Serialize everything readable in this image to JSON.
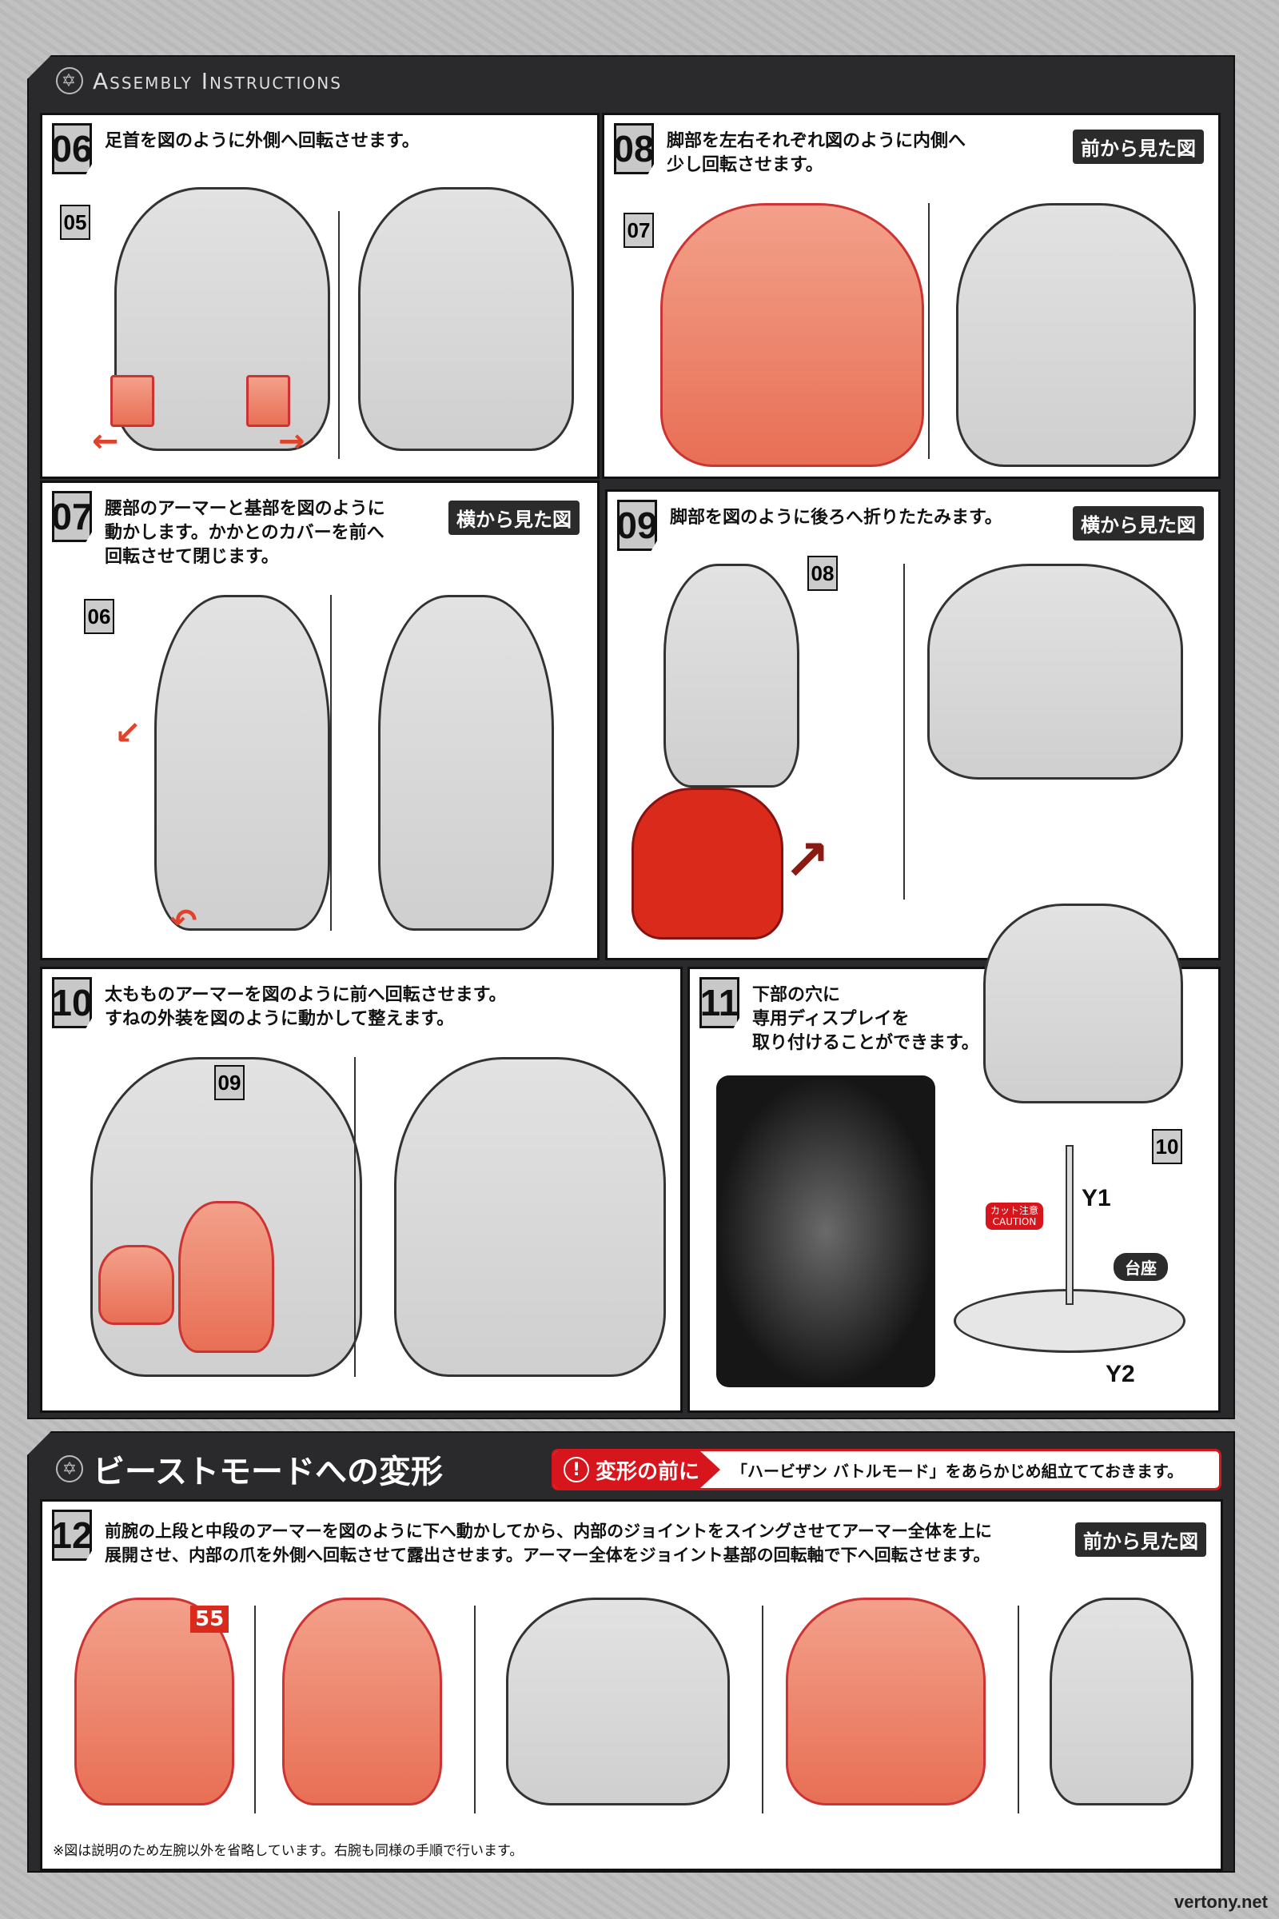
{
  "header": {
    "title": "Assembly Instructions"
  },
  "steps": [
    {
      "num": "06",
      "text": "足首を図のように外側へ回転させます。",
      "ref": "05"
    },
    {
      "num": "08",
      "text": "脚部を左右それぞれ図のように内側へ\n少し回転させます。",
      "view": "前から見た図",
      "ref": "07"
    },
    {
      "num": "07",
      "text": "腰部のアーマーと基部を図のように\n動かします。かかとのカバーを前へ\n回転させて閉じます。",
      "view": "横から見た図",
      "ref": "06"
    },
    {
      "num": "09",
      "text": "脚部を図のように後ろへ折りたたみます。",
      "view": "横から見た図",
      "ref": "08"
    },
    {
      "num": "10",
      "text": "太もものアーマーを図のように前へ回転させます。\nすねの外装を図のように動かして整えます。",
      "ref": "09"
    },
    {
      "num": "11",
      "text": "下部の穴に\n専用ディスプレイを\n取り付けることができます。",
      "ref": "10",
      "y1": "Y1",
      "y2": "Y2",
      "base": "台座",
      "caution_jp": "カット注意",
      "caution_en": "CAUTION"
    }
  ],
  "beast": {
    "title": "ビーストモードへの変形",
    "warn_label": "変形の前に",
    "warn_text": "「ハービザン バトルモード」をあらかじめ組立てておきます。",
    "step": {
      "num": "12",
      "text": "前腕の上段と中段のアーマーを図のように下へ動かしてから、内部のジョイントをスイングさせてアーマー全体を上に\n展開させ、内部の爪を外側へ回転させて露出させます。アーマー全体をジョイント基部の回転軸で下へ回転させます。",
      "view": "前から見た図",
      "ref": "55"
    },
    "note": "※図は説明のため左腕以外を省略しています。右腕も同様の手順で行います。"
  },
  "watermark": "vertony.net",
  "colors": {
    "frame": "#2a2a2c",
    "accent": "#d6161c",
    "part_highlight": "#e86f55"
  }
}
